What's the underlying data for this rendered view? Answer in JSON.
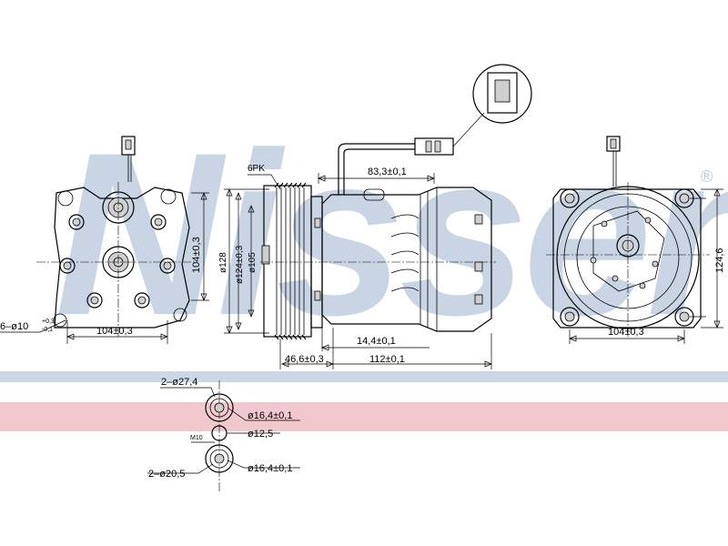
{
  "brand": {
    "watermark": "Nissens",
    "registered_mark": "®",
    "colors": {
      "watermark": "#b8c8dc",
      "band_blue": "#cdd7e6",
      "band_pink": "#f2c8cf",
      "line": "#000000"
    }
  },
  "labels": {
    "belt": "6PK",
    "clutch_width": "83,3±0,1",
    "body_left_dim": "104±0,3",
    "body_left_height": "104±0,3",
    "mount_holes": "6–ø10",
    "mount_tol_upper": "+0,3",
    "mount_tol_lower": "-0,1",
    "pulley_d1": "ø128",
    "pulley_d2": "ø124±0,3",
    "pulley_d3": "ø105",
    "offset_small": "14,4±0,1",
    "offset_pulley": "46,6±0,3",
    "body_length": "112±0,1",
    "right_width": "104±0,3",
    "right_height": "124,6",
    "port_top_count": "2–ø27,4",
    "port_top_d": "ø16,4±0,1",
    "port_mid_d": "ø12,5",
    "port_thread": "M10",
    "port_bot_count": "2–ø20,5",
    "port_bot_d": "ø16,4±0,1"
  }
}
